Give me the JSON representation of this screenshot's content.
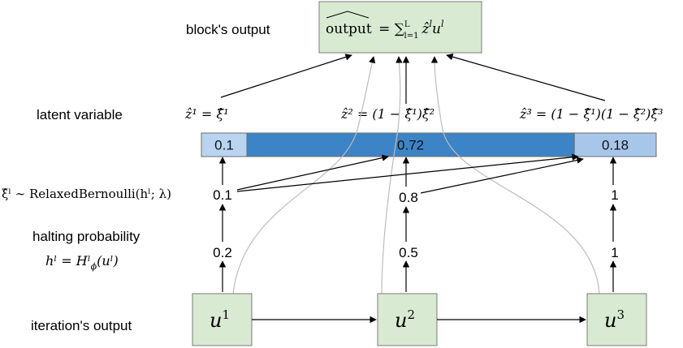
{
  "labels": {
    "block_output": "block's output",
    "latent_variable": "latent variable",
    "halting_probability": "halting probability",
    "iteration_output": "iteration's output"
  },
  "formulas": {
    "output_lhs": "output",
    "output_rhs_prefix": "= ∑",
    "output_sum_sub": "l=1",
    "output_sum_sup": "L",
    "output_rhs_term": "ẑ",
    "output_rhs_term_sup": "l",
    "output_rhs_u": "u",
    "output_rhs_u_sup": "l",
    "z1": "ẑ¹ = ξ̂¹",
    "z2": "ẑ² = (1 − ξ̂¹)ξ̂²",
    "z3": "ẑ³ = (1 − ξ̂¹)(1 − ξ̂²)ξ̂³",
    "xi_dist": "ξ̂ˡ ∼ RelaxedBernoulli(hˡ; λ)",
    "h_def": "hˡ = Hˡ",
    "h_def_sub": "ϕ",
    "h_def_arg": "(uˡ)"
  },
  "latent_bar": {
    "segments": [
      {
        "label": "0.1",
        "fraction": 0.1,
        "color": "#b8d4f0"
      },
      {
        "label": "0.72",
        "fraction": 0.72,
        "color": "#3d84c6"
      },
      {
        "label": "0.18",
        "fraction": 0.18,
        "color": "#a7c7ea"
      }
    ]
  },
  "columns": [
    {
      "u_base": "u",
      "u_sup": "1",
      "halting": "0.2",
      "xi": "0.1"
    },
    {
      "u_base": "u",
      "u_sup": "2",
      "halting": "0.5",
      "xi": "0.8"
    },
    {
      "u_base": "u",
      "u_sup": "3",
      "halting": "1",
      "xi": "1"
    }
  ],
  "colors": {
    "node_fill": "#d9ead3",
    "node_stroke": "#7a7a7a",
    "arrow": "#000000",
    "skip_line": "#bdbdbd"
  }
}
